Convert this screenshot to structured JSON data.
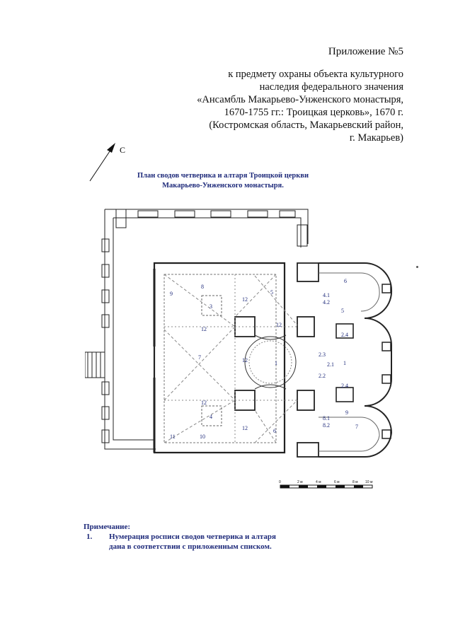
{
  "header": {
    "appendix": "Приложение №5",
    "lines": [
      "к предмету охраны объекта культурного",
      "наследия федерального значения",
      "«Ансамбль Макарьево-Унженского монастыря,",
      "1670-1755 гг.: Троицкая церковь», 1670 г.",
      "(Костромская область, Макарьевский район,",
      "г. Макарьев)"
    ]
  },
  "compass": {
    "letter": "С"
  },
  "plan": {
    "title_line1": "План сводов четверика и алтаря Троицкой церкви",
    "title_line2": "Макарьево-Унженского монастыря.",
    "labels": {
      "n1": "1",
      "n3": "3",
      "n4": "4",
      "n5": "5",
      "n6": "6",
      "n7": "7",
      "n8": "8",
      "n9": "9",
      "n10": "10",
      "n11": "11",
      "n12": "12",
      "n21": "2.1",
      "n22": "2.2",
      "n23": "2.3",
      "n24": "2.4",
      "n41": "4.1",
      "n42": "4.2",
      "n81": "8.1",
      "n82": "8.2"
    }
  },
  "scale": {
    "ticks": [
      "0",
      "2 м",
      "4 м",
      "6 м",
      "8 м",
      "10 м"
    ]
  },
  "note": {
    "heading": "Примечание:",
    "item_num": "1.",
    "item_line1": "Нумерация росписи сводов четверика и алтаря",
    "item_line2": "дана в соответствии с приложенным списком."
  }
}
